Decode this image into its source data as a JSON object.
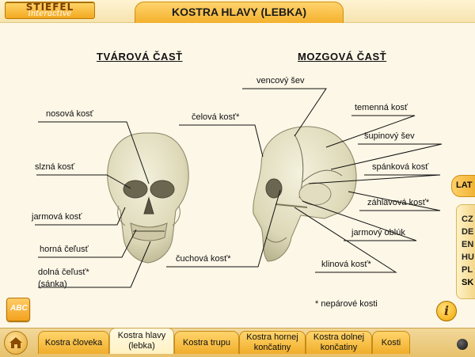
{
  "header": {
    "logo_top": "STIEFEL",
    "logo_bottom": "interactive",
    "title": "KOSTRA HLAVY (LEBKA)"
  },
  "sections": {
    "facial": "TVÁROVÁ ČASŤ",
    "cranial": "MOZGOVÁ ČASŤ"
  },
  "facial_labels": {
    "nasal": "nosová kosť",
    "lacrimal": "slzná kosť",
    "zygomatic": "jarmová kosť",
    "maxilla": "horná čeľusť",
    "mandible_line1": "dolná čeľusť*",
    "mandible_line2": "(sánka)"
  },
  "cranial_labels": {
    "coronal_suture": "vencový šev",
    "frontal": "čelová kosť*",
    "parietal": "temenná kosť",
    "squamous_suture": "šupinový šev",
    "temporal": "spánková kosť",
    "occipital": "záhlavová kosť*",
    "zygomatic_arch": "jarmový oblúk",
    "ethmoid": "čuchová kosť*",
    "sphenoid": "klinová kosť*"
  },
  "footnote": "* nepárové kosti",
  "side_tab": "LAT",
  "languages": [
    "CZ",
    "DE",
    "EN",
    "HU",
    "PL",
    "SK"
  ],
  "active_language": "SK",
  "buttons": {
    "abc": "ABC",
    "info": "i"
  },
  "nav": {
    "tabs": [
      {
        "label": "Kostra človeka"
      },
      {
        "label": "Kostra hlavy (lebka)"
      },
      {
        "label": "Kostra trupu"
      },
      {
        "label": "Kostra hornej končatiny"
      },
      {
        "label": "Kostra dolnej končatiny"
      },
      {
        "label": "Kosti"
      }
    ],
    "active_index": 1
  },
  "icons": {
    "home": "home-icon",
    "speaker": "speaker-icon",
    "info": "info-icon",
    "abc": "abc-icon"
  },
  "colors": {
    "background": "#fdf7e7",
    "accent_orange": "#f4b12d",
    "bone": "#e6e1c4"
  }
}
